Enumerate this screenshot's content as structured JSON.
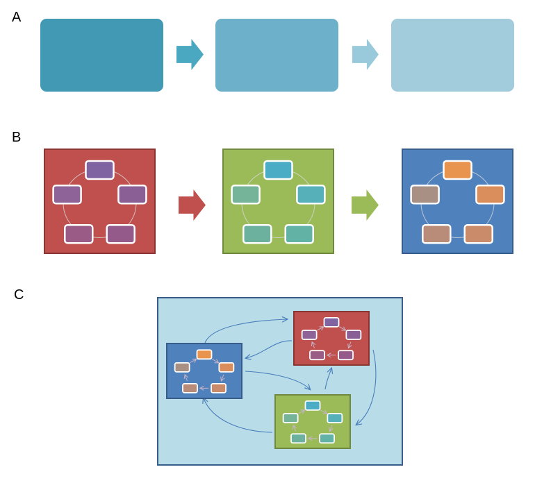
{
  "panels": [
    {
      "id": "A",
      "label": "A"
    },
    {
      "id": "B",
      "label": "B"
    },
    {
      "id": "C",
      "label": "C"
    }
  ],
  "colors": {
    "stage_a": [
      "#4199b4",
      "#6cb1c9",
      "#a2cbdb"
    ],
    "arrow_a": [
      "#4aa8c1",
      "#98cadb"
    ],
    "box_b_bg": [
      "#c0504d",
      "#9bbb59",
      "#4f81bd"
    ],
    "box_b_border": [
      "#8b3533",
      "#71893f",
      "#385d8a"
    ],
    "arrow_b": [
      "#c0504d",
      "#9bbb59"
    ],
    "nodes_red": [
      "#8064a2",
      "#8a5f96",
      "#945a8a",
      "#9a5c86",
      "#8e6397"
    ],
    "nodes_green": [
      "#4bacc6",
      "#56b0ba",
      "#62b3a6",
      "#6cb19e",
      "#76b49a"
    ],
    "nodes_blue": [
      "#e8944f",
      "#d98e5c",
      "#c98b6a",
      "#b88c78",
      "#a89084"
    ],
    "panel_c_bg": "#b9dde8",
    "panel_c_border": "#385d8a",
    "connector": "#4a7ebb"
  }
}
